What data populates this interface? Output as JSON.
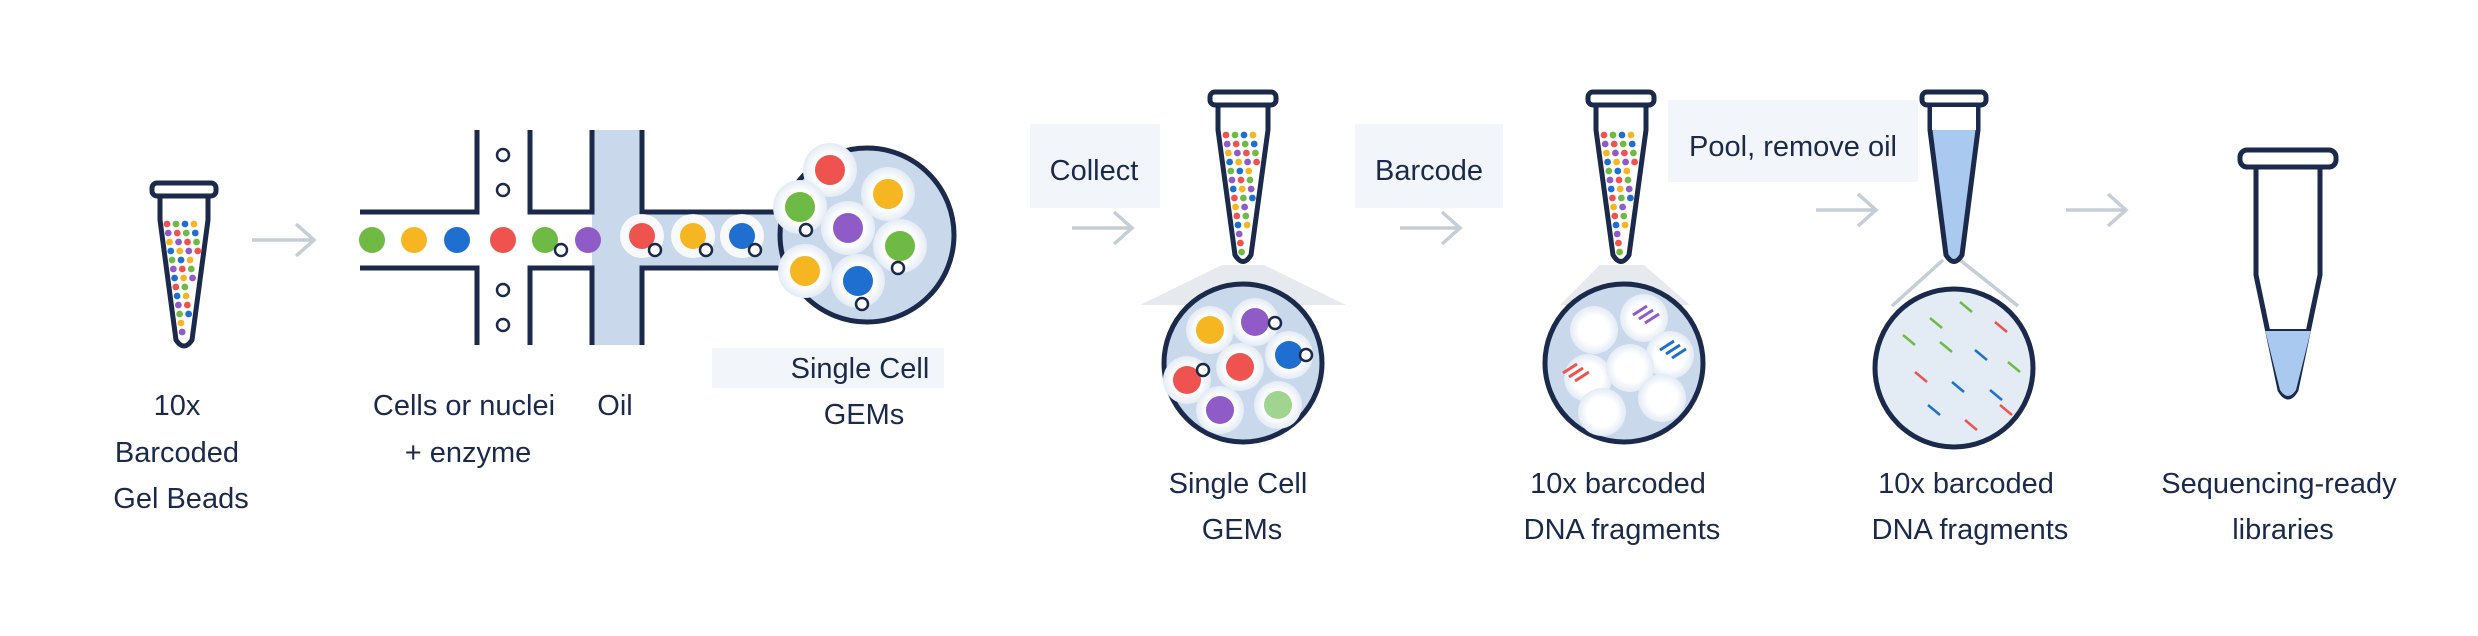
{
  "labels": {
    "gel_beads": [
      "10x",
      "Barcoded",
      "Gel Beads"
    ],
    "cells": [
      "Cells or nuclei",
      "+ enzyme"
    ],
    "oil": "Oil",
    "single_cell_gems_top": [
      "Single Cell",
      "GEMs"
    ],
    "single_cell_gems_bottom": [
      "Single Cell",
      "GEMs"
    ],
    "barcoded_fragments_1": [
      "10x barcoded",
      "DNA fragments"
    ],
    "barcoded_fragments_2": [
      "10x barcoded",
      "DNA fragments"
    ],
    "libraries": [
      "Sequencing-ready",
      "libraries"
    ]
  },
  "steps": {
    "collect": "Collect",
    "barcode": "Barcode",
    "pool": "Pool, remove oil"
  },
  "colors": {
    "outline": "#1b2a4a",
    "oil": "#c9d8ea",
    "liquid": "#a9c9ee",
    "arrow": "#c5cdd6",
    "label_bg": "#f2f6fb",
    "green": "#6fba44",
    "yellow": "#f6b621",
    "blue": "#1f6fd0",
    "red": "#ef5350",
    "purple": "#8f5bc6",
    "light_green": "#9fd58f"
  }
}
